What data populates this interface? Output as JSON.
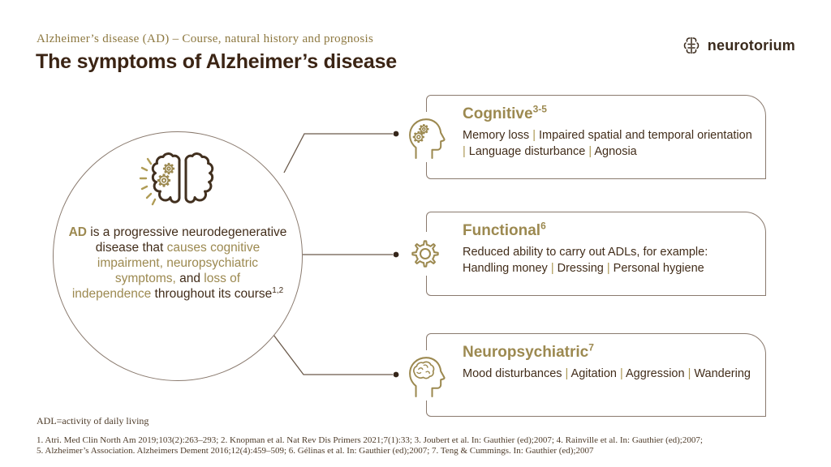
{
  "header": {
    "eyebrow": "Alzheimer’s disease (AD) – Course, natural history and prognosis",
    "title": "The symptoms of Alzheimer’s disease"
  },
  "logo": {
    "text": "neurotorium",
    "icon": "brain-brackets-icon"
  },
  "colors": {
    "accent_gold": "#9c8950",
    "dark_brown": "#422d1a",
    "box_border": "#8a7a6e"
  },
  "circle": {
    "icon": "split-brain-gears-icon",
    "lines": [
      [
        {
          "t": "AD",
          "s": "gold-b"
        },
        {
          "t": " is a progressive neurodegenerative",
          "s": "dark"
        }
      ],
      [
        {
          "t": "disease that ",
          "s": "dark"
        },
        {
          "t": "causes cognitive",
          "s": "gold"
        }
      ],
      [
        {
          "t": "impairment, neuropsychiatric",
          "s": "gold"
        }
      ],
      [
        {
          "t": "symptoms,",
          "s": "gold"
        },
        {
          "t": " and ",
          "s": "dark"
        },
        {
          "t": "loss of",
          "s": "gold"
        }
      ],
      [
        {
          "t": "independence",
          "s": "gold"
        },
        {
          "t": " throughout its course",
          "s": "dark"
        },
        {
          "t": "1,2",
          "s": "sup"
        }
      ]
    ]
  },
  "boxes": [
    {
      "title": "Cognitive",
      "ref": "3-5",
      "icon": "head-gears-icon",
      "items": [
        "Memory loss",
        "Impaired spatial and temporal orientation",
        "Language disturbance",
        "Agnosia"
      ]
    },
    {
      "title": "Functional",
      "ref": "6",
      "icon": "gear-icon",
      "lead": "Reduced ability to carry out ADLs, for example:",
      "items": [
        "Handling money",
        "Dressing",
        "Personal hygiene"
      ]
    },
    {
      "title": "Neuropsychiatric",
      "ref": "7",
      "icon": "head-brain-icon",
      "items": [
        "Mood disturbances",
        "Agitation",
        "Aggression",
        "Wandering"
      ]
    }
  ],
  "footnotes": {
    "abbrev": "ADL=activity of daily living",
    "references": [
      "1. Atri. Med Clin North Am 2019;103(2):263–293; 2. Knopman et al. Nat Rev Dis Primers 2021;7(1):33; 3. Joubert et al. In: Gauthier (ed);2007; 4. Rainville et al. In: Gauthier (ed);2007;",
      "5. Alzheimer’s Association. Alzheimers Dement 2016;12(4):459–509; 6. Gélinas et al. In: Gauthier (ed);2007; 7. Teng & Cummings. In: Gauthier (ed);2007"
    ]
  }
}
